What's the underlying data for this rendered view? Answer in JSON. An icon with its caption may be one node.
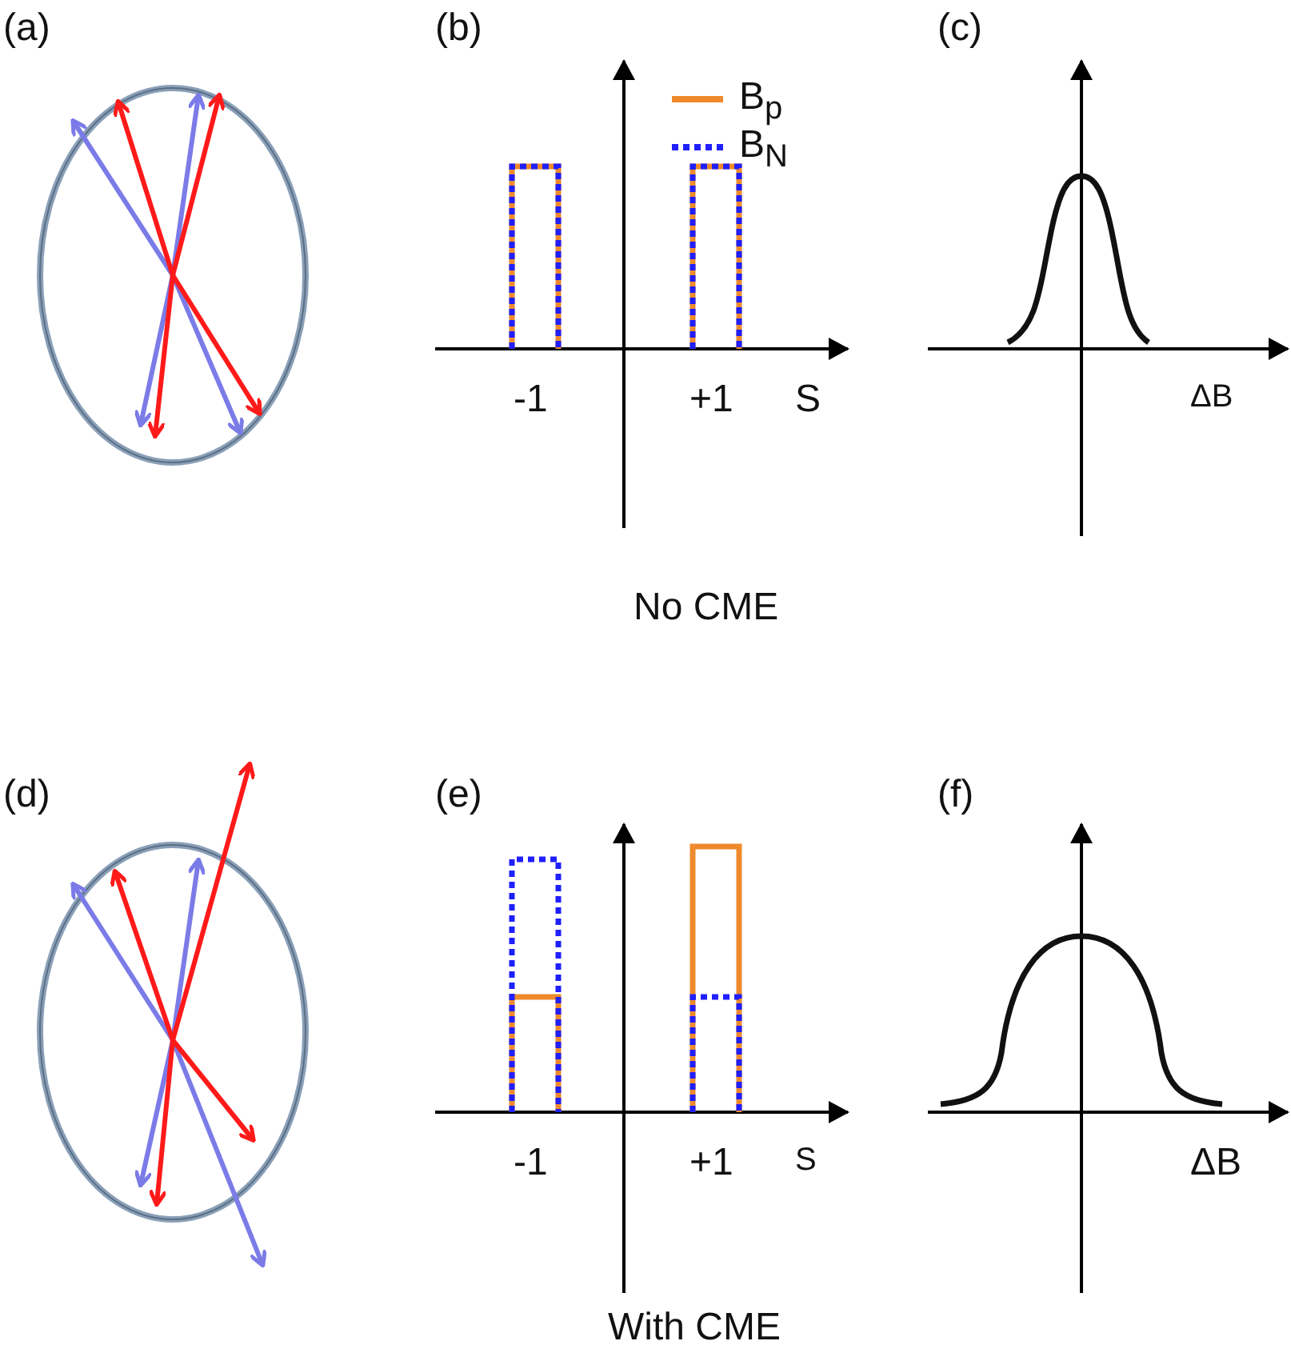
{
  "diagram": {
    "labels": [
      "(a)",
      "(b)",
      "(c)",
      "-1",
      "+1",
      "S",
      "ΔB",
      "No CME",
      "(d)",
      "(e)",
      "(f)",
      "-1",
      "+1",
      "S",
      "ΔB",
      "With CME"
    ],
    "legend": [
      {
        "text": "B$_{p}$"
      },
      {
        "text": "B$_{N}$"
      }
    ]
  }
}
